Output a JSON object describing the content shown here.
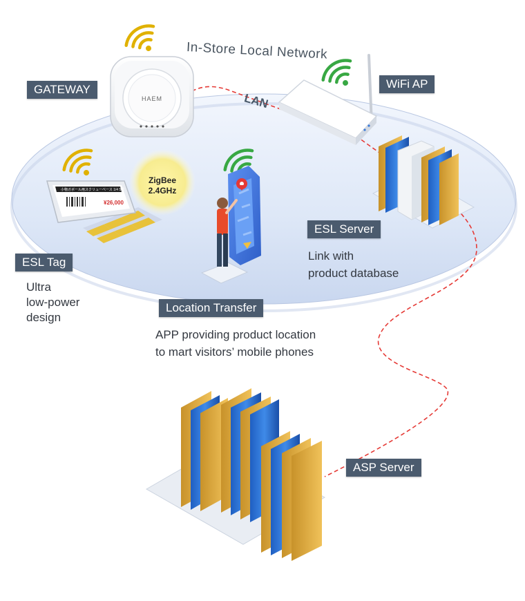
{
  "network_title": "In-Store Local Network",
  "lan_label": "LAN",
  "zigbee": {
    "line1": "ZigBee",
    "line2": "2.4GHz"
  },
  "gateway_logo": "HAEM",
  "labels": {
    "gateway": "GATEWAY",
    "wifi_ap": "WiFi AP",
    "esl_tag": "ESL Tag",
    "esl_server": "ESL Server",
    "location_transfer": "Location Transfer",
    "asp_server": "ASP Server"
  },
  "captions": {
    "esl_tag": [
      "Ultra",
      "low-power",
      "design"
    ],
    "esl_server": [
      "Link with",
      "product database"
    ],
    "location_transfer": [
      "APP providing product location",
      "to mart visitors’ mobile phones"
    ]
  },
  "esl_tag_screen": {
    "header": "小物ガボール用スクリューベース 1/4 5号",
    "price": "¥26,000"
  },
  "colors": {
    "tag_bg": "#4b5b6e",
    "dashed_line": "#e53935",
    "ellipse_fill": "#dfe8f7",
    "wifi_yellow": "#e0b100",
    "wifi_green": "#38a843",
    "server_blue": "#2f74d6",
    "server_gold": "#d9a635"
  },
  "icons": [
    "wifi-icon",
    "gateway-device-icon",
    "wifi-router-icon",
    "esl-tag-device-icon",
    "person-phone-icon",
    "server-rack-icon"
  ]
}
